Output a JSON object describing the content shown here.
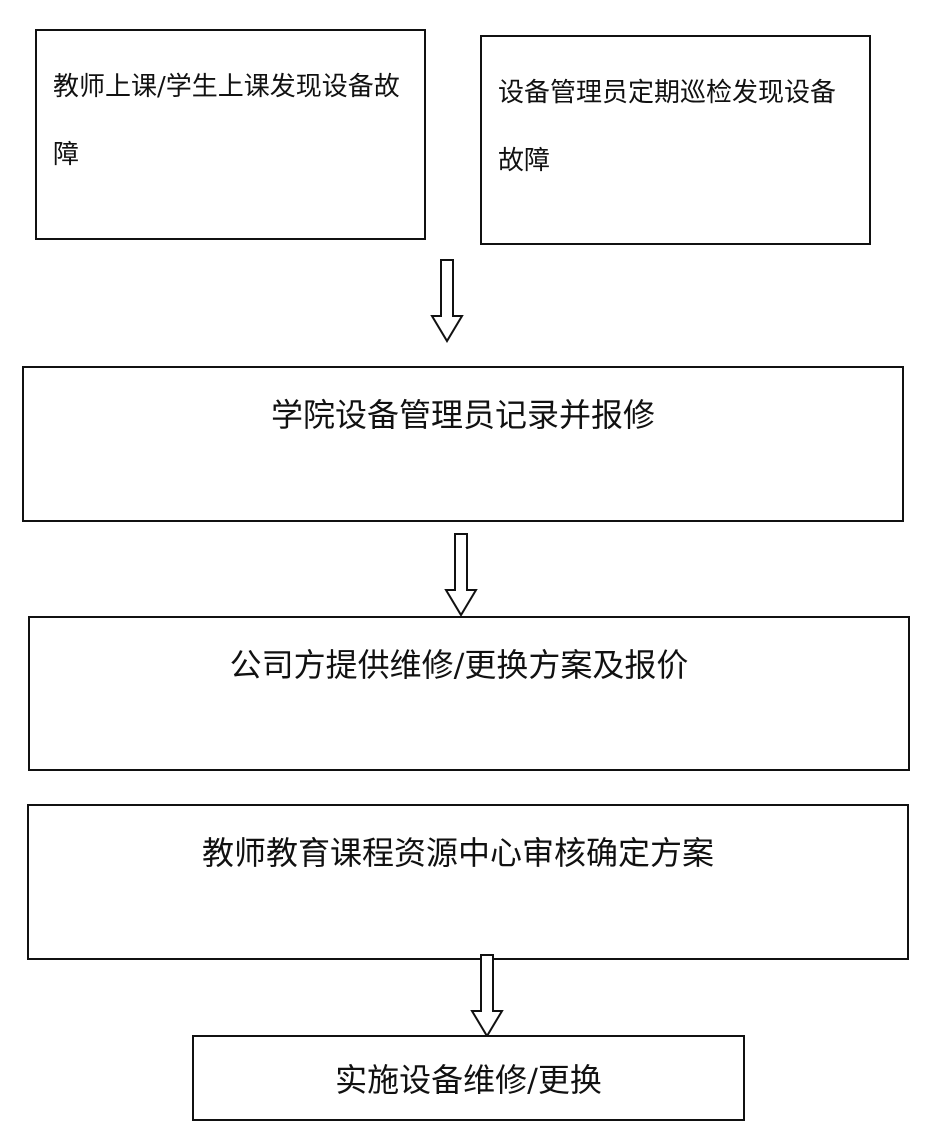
{
  "nodes": {
    "teacher_found": "教师上课/学生上课发现设备故障",
    "admin_patrol": "设备管理员定期巡检发现设备故障",
    "record_report": "学院设备管理员记录并报修",
    "company_plan": "公司方提供维修/更换方案及报价",
    "center_review": "教师教育课程资源中心审核确定方案",
    "implement": "实施设备维修/更换"
  },
  "colors": {
    "stroke": "#111111",
    "background": "#ffffff"
  }
}
